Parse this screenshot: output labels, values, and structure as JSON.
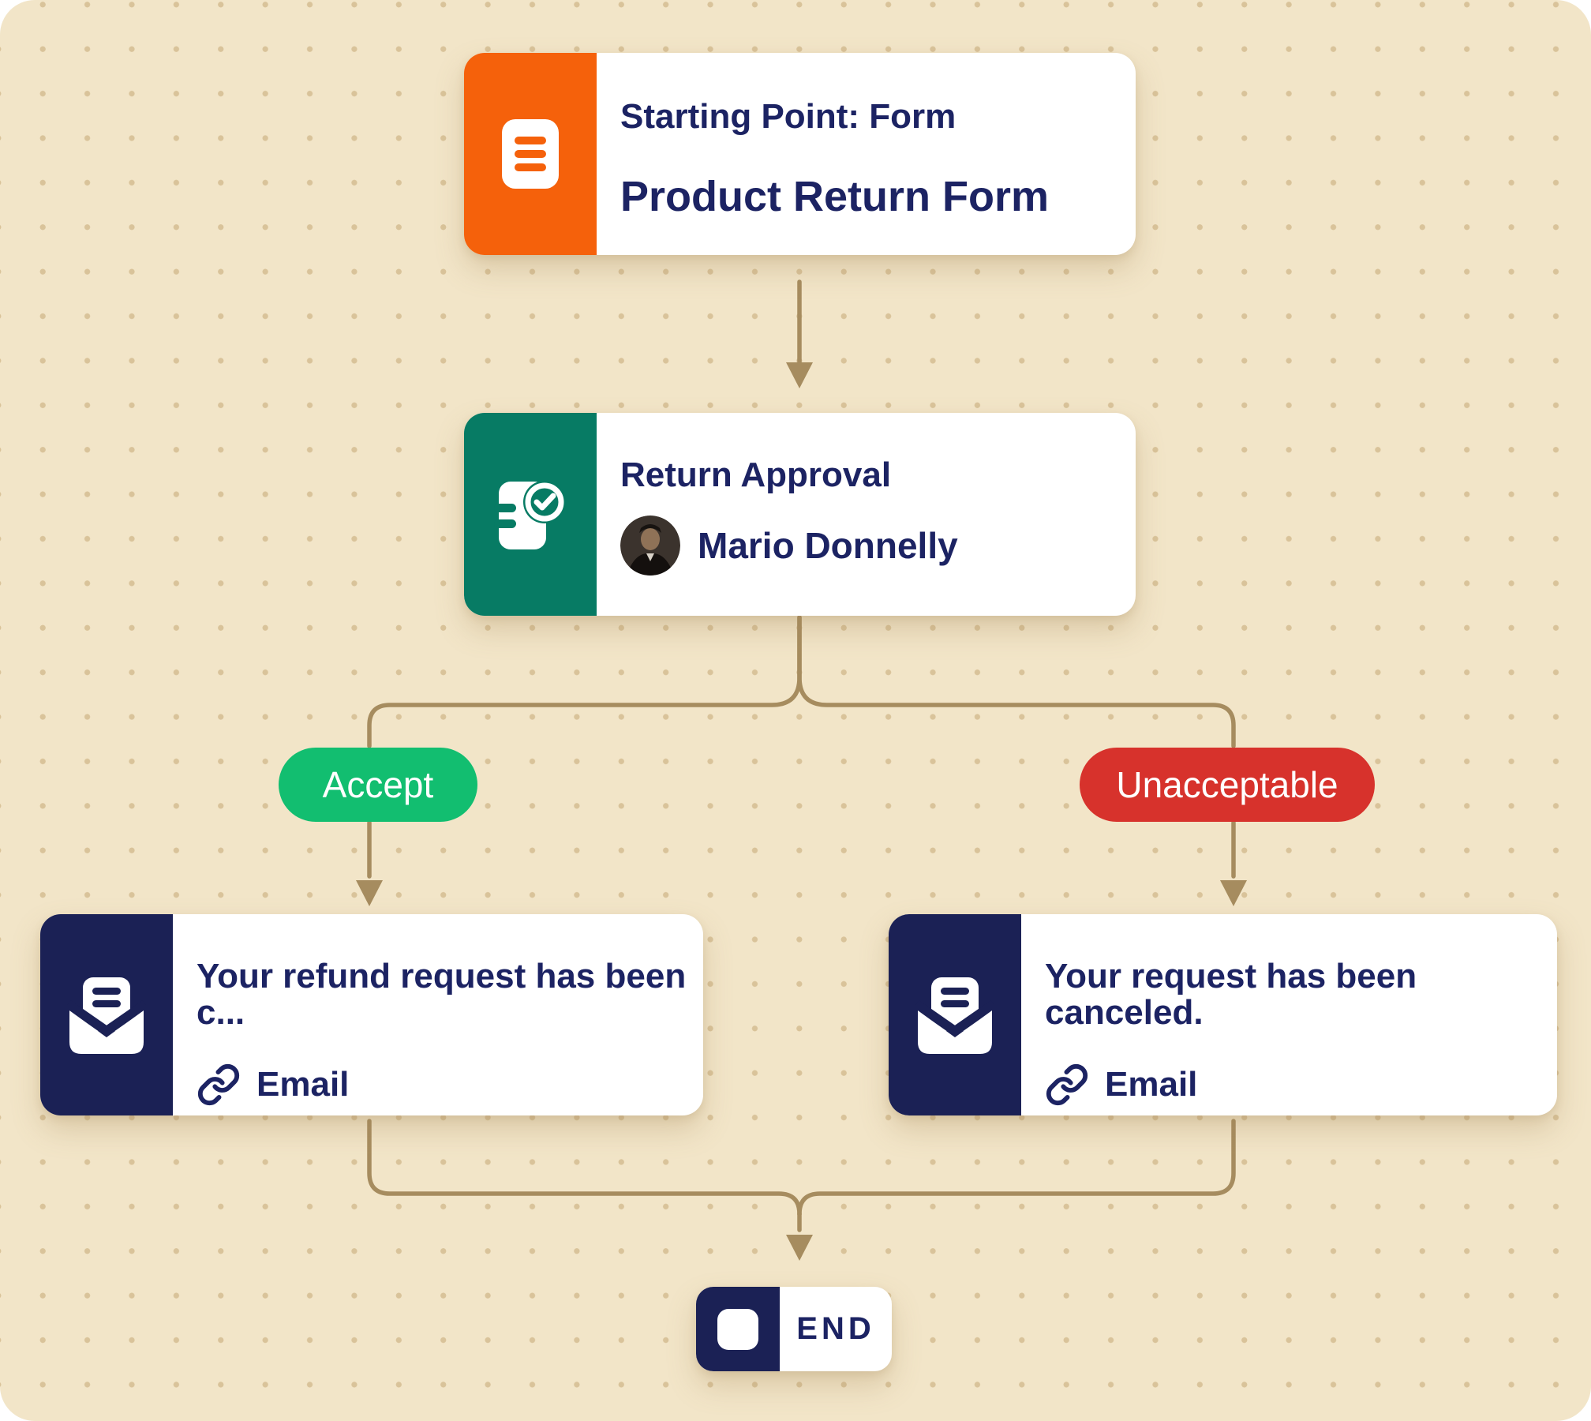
{
  "canvas": {
    "background_color": "#F2E5C8",
    "dot_color": "#D9C39A",
    "connector_color": "#A68C5F"
  },
  "flow": {
    "start_node": {
      "label": "Starting Point: Form",
      "title": "Product Return Form",
      "accent_color": "#F5610B",
      "icon": "form-icon"
    },
    "approval_node": {
      "title": "Return Approval",
      "assignee": "Mario Donnelly",
      "accent_color": "#077B64",
      "icon": "approval-check-icon"
    },
    "branches": {
      "accept": {
        "label": "Accept",
        "color": "#12BE70"
      },
      "unacceptable": {
        "label": "Unacceptable",
        "color": "#D7322C"
      }
    },
    "email_accept_node": {
      "title": "Your refund request has been c...",
      "channel_label": "Email",
      "accent_color": "#1B2155",
      "icon": "email-icon"
    },
    "email_reject_node": {
      "title": "Your request has been canceled.",
      "channel_label": "Email",
      "accent_color": "#1B2155",
      "icon": "email-icon"
    },
    "end_node": {
      "label": "END",
      "accent_color": "#1B2155",
      "icon": "stop-icon"
    }
  }
}
